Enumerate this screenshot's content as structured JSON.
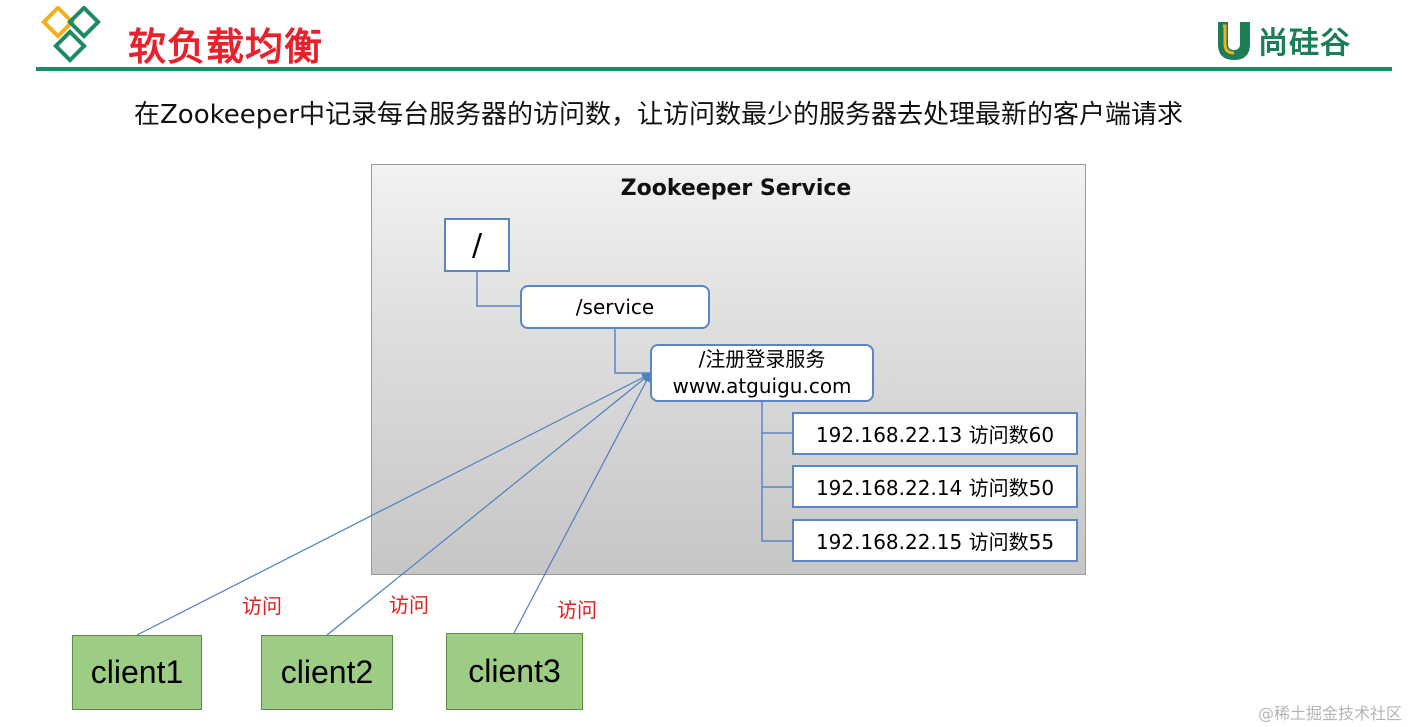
{
  "header": {
    "title": "软负载均衡",
    "brand_name": "尚硅谷",
    "logo_icon": "diamond-logo-icon",
    "brand_icon": "u-badge-icon",
    "colors": {
      "title": "#e8212c",
      "rule": "#1d8a64",
      "brand": "#1d7d55"
    }
  },
  "subtitle": "在Zookeeper中记录每台服务器的访问数，让访问数最少的服务器去处理最新的客户端请求",
  "service_panel": {
    "title": "Zookeeper Service",
    "root_node": "/",
    "service_node": "/service",
    "login_node": {
      "line1": "/注册登录服务",
      "line2": "www.atguigu.com"
    },
    "servers": [
      {
        "label": "192.168.22.13  访问数60"
      },
      {
        "label": "192.168.22.14 访问数50"
      },
      {
        "label": "192.168.22.15 访问数55"
      }
    ]
  },
  "clients": [
    {
      "label": "client1",
      "edge_label": "访问"
    },
    {
      "label": "client2",
      "edge_label": "访问"
    },
    {
      "label": "client3",
      "edge_label": "访问"
    }
  ],
  "watermark": "@稀土掘金技术社区"
}
